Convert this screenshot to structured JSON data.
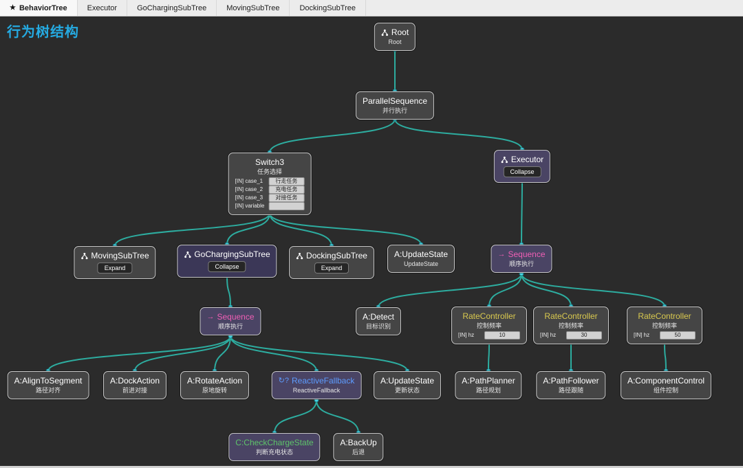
{
  "canvas_title": "行为树结构",
  "tabs": [
    {
      "label": "BehaviorTree",
      "active": true
    },
    {
      "label": "Executor",
      "active": false
    },
    {
      "label": "GoChargingSubTree",
      "active": false
    },
    {
      "label": "MovingSubTree",
      "active": false
    },
    {
      "label": "DockingSubTree",
      "active": false
    }
  ],
  "colors": {
    "canvas_bg": "#2b2b2b",
    "title_accent": "#25aae1",
    "edge": "#2dada0",
    "port_dot": "#4ed9e9",
    "node_bg": "#454545",
    "selected_node_bg": "#4a4464",
    "sequence_title": "#f05fb5",
    "fallback_title": "#5d9cff",
    "rate_controller_title": "#d9c94f",
    "condition_title": "#5ec46a"
  },
  "nodes": {
    "root": {
      "title": "Root",
      "subtitle": "Root"
    },
    "parallel_sequence": {
      "title": "ParallelSequence",
      "subtitle": "并行执行"
    },
    "switch3": {
      "title": "Switch3",
      "subtitle": "任务选择",
      "ports": [
        {
          "label": "[IN] case_1",
          "value": "行走任务"
        },
        {
          "label": "[IN] case_2",
          "value": "充电任务"
        },
        {
          "label": "[IN] case_3",
          "value": "对接任务"
        },
        {
          "label": "[IN] variable",
          "value": ""
        }
      ]
    },
    "executor": {
      "title": "Executor",
      "button": "Collapse"
    },
    "moving_subtree": {
      "title": "MovingSubTree",
      "button": "Expand"
    },
    "gocharging_subtree": {
      "title": "GoChargingSubTree",
      "button": "Collapse"
    },
    "docking_subtree": {
      "title": "DockingSubTree",
      "button": "Expand"
    },
    "update_state_top": {
      "title": "A:UpdateState",
      "subtitle": "UpdateState"
    },
    "sequence_right": {
      "icon": "→",
      "title": "Sequence",
      "subtitle": "顺序执行"
    },
    "sequence_left": {
      "icon": "→",
      "title": "Sequence",
      "subtitle": "顺序执行"
    },
    "detect": {
      "title": "A:Detect",
      "subtitle": "目标识别"
    },
    "rate_controller_1": {
      "title": "RateController",
      "subtitle": "控制频率",
      "port_label": "[IN] hz",
      "port_value": "10"
    },
    "rate_controller_2": {
      "title": "RateController",
      "subtitle": "控制频率",
      "port_label": "[IN] hz",
      "port_value": "30"
    },
    "rate_controller_3": {
      "title": "RateController",
      "subtitle": "控制频率",
      "port_label": "[IN] hz",
      "port_value": "50"
    },
    "align_to_segment": {
      "title": "A:AlignToSegment",
      "subtitle": "路径对齐"
    },
    "dock_action": {
      "title": "A:DockAction",
      "subtitle": "前进对接"
    },
    "rotate_action": {
      "title": "A:RotateAction",
      "subtitle": "原地旋转"
    },
    "reactive_fallback": {
      "icon": "↻?",
      "title": "ReactiveFallback",
      "subtitle": "ReactiveFallback"
    },
    "update_state_bottom": {
      "title": "A:UpdateState",
      "subtitle": "更新状态"
    },
    "path_planner": {
      "title": "A:PathPlanner",
      "subtitle": "路径规划"
    },
    "path_follower": {
      "title": "A:PathFollower",
      "subtitle": "路径跟随"
    },
    "component_control": {
      "title": "A:ComponentControl",
      "subtitle": "组件控制"
    },
    "check_charge_state": {
      "title": "C:CheckChargeState",
      "subtitle": "判断充电状态"
    },
    "back_up": {
      "title": "A:BackUp",
      "subtitle": "后退"
    }
  },
  "edges": [
    [
      "root",
      "parallel_sequence"
    ],
    [
      "parallel_sequence",
      "switch3"
    ],
    [
      "parallel_sequence",
      "executor"
    ],
    [
      "switch3",
      "moving_subtree"
    ],
    [
      "switch3",
      "gocharging_subtree"
    ],
    [
      "switch3",
      "docking_subtree"
    ],
    [
      "switch3",
      "update_state_top"
    ],
    [
      "gocharging_subtree",
      "sequence_left"
    ],
    [
      "sequence_left",
      "align_to_segment"
    ],
    [
      "sequence_left",
      "dock_action"
    ],
    [
      "sequence_left",
      "rotate_action"
    ],
    [
      "sequence_left",
      "reactive_fallback"
    ],
    [
      "sequence_left",
      "update_state_bottom"
    ],
    [
      "reactive_fallback",
      "check_charge_state"
    ],
    [
      "reactive_fallback",
      "back_up"
    ],
    [
      "executor",
      "sequence_right"
    ],
    [
      "sequence_right",
      "detect"
    ],
    [
      "sequence_right",
      "rate_controller_1"
    ],
    [
      "sequence_right",
      "rate_controller_2"
    ],
    [
      "sequence_right",
      "rate_controller_3"
    ],
    [
      "rate_controller_1",
      "path_planner"
    ],
    [
      "rate_controller_2",
      "path_follower"
    ],
    [
      "rate_controller_3",
      "component_control"
    ]
  ]
}
